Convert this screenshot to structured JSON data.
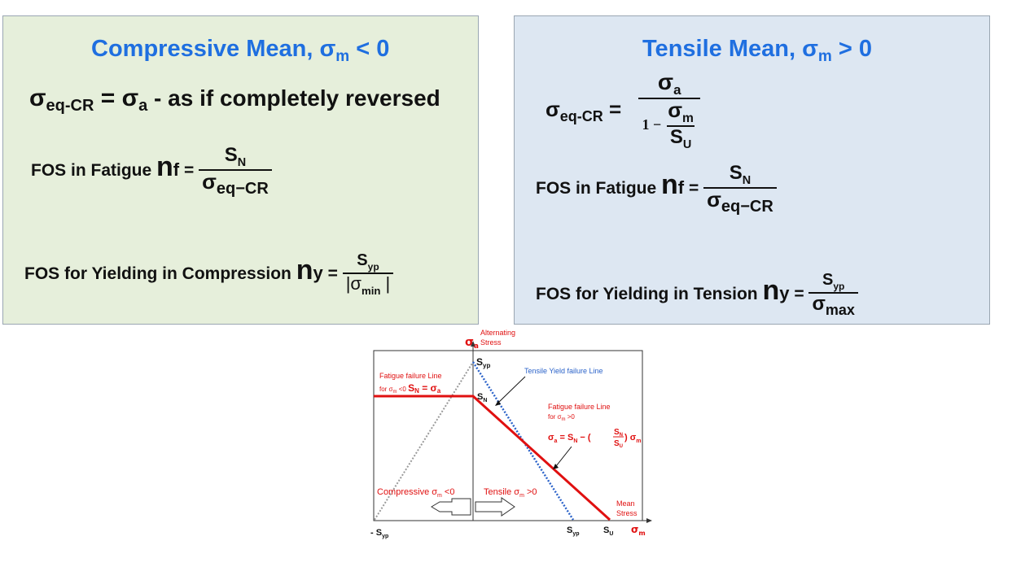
{
  "left": {
    "title": "Compressive Mean, σ",
    "title_sub": "m",
    "title_tail": " < 0",
    "eq_sigma": "σ",
    "eq_sub": "eq-CR",
    "eq_mid": " = σ",
    "eq_mid_sub": "a",
    "eq_tail": "  - as if completely reversed",
    "fatigue_label": "FOS in Fatigue ",
    "n": "n",
    "nf_sub": "f",
    "equals": " =",
    "sn": "S",
    "sn_sub": "N",
    "den_sigma": "σ",
    "den_sub": "eq−CR",
    "yield_label": "FOS for Yielding in Compression ",
    "ny_sub": "y",
    "syp": "S",
    "syp_sub": "yp",
    "abs_left": "|σ",
    "abs_sub": "min",
    "abs_right": " |"
  },
  "right": {
    "title": "Tensile  Mean, σ",
    "title_sub": "m",
    "title_tail": " > 0",
    "eq_sigma": "σ",
    "eq_sub": "eq-CR",
    "eq_equals": " =",
    "num_sigma": "σ",
    "num_sub": "a",
    "one_minus": "1 −",
    "sm": "σ",
    "sm_sub": "m",
    "su": "S",
    "su_sub": "U",
    "fatigue_label": "FOS in Fatigue ",
    "n": "n",
    "nf_sub": "f",
    "equals": " =",
    "sn": "S",
    "sn_sub": "N",
    "den_sigma": "σ",
    "den_sub": "eq−CR",
    "yield_label": "FOS for Yielding in Tension ",
    "ny_sub": "y",
    "syp": "S",
    "syp_sub": "yp",
    "max_sigma": "σ",
    "max_sub": "max"
  },
  "chart": {
    "y_axis_sym": "σ",
    "y_axis_sub": "a",
    "y_axis_label_1": "Alternating",
    "y_axis_label_2": "Stress",
    "syp_top": "S",
    "syp_top_sub": "yp",
    "tensile_yield_label": "Tensile Yield failure Line",
    "fatigue_left_label_1": "Fatigue failure Line",
    "fatigue_left_label_2": "for σ",
    "fatigue_left_label_2_sub": "m",
    "fatigue_left_label_2_tail": " <0 ",
    "fatigue_left_eq": "S",
    "fatigue_left_eq_sub": "N",
    "fatigue_left_eq_tail": " = σ",
    "fatigue_left_eq_tail_sub": "a",
    "sn_label": "S",
    "sn_label_sub": "N",
    "fatigue_right_label_1": "Fatigue failure Line",
    "fatigue_right_label_2": "for σ",
    "fatigue_right_label_2_sub": "m",
    "fatigue_right_label_2_tail": " >0",
    "goodman_lhs": "σ",
    "goodman_lhs_sub": "a",
    "goodman_mid": " = S",
    "goodman_mid_sub": "N",
    "goodman_open": " − (",
    "goodman_frac_num": "S",
    "goodman_frac_num_sub": "N",
    "goodman_frac_den": "S",
    "goodman_frac_den_sub": "U",
    "goodman_close": ") σ",
    "goodman_close_sub": "m",
    "compressive_label": "Compressive σ",
    "compressive_sub": "m",
    "compressive_tail": " <0",
    "tensile_label": "Tensile σ",
    "tensile_sub": "m",
    "tensile_tail": " >0",
    "mean_label_1": "Mean",
    "mean_label_2": "Stress",
    "neg_syp": "- S",
    "neg_syp_sub": "yp",
    "syp_bottom": "S",
    "syp_bottom_sub": "yp",
    "su_bottom": "S",
    "su_bottom_sub": "U",
    "x_axis_sym": "σ",
    "x_axis_sub": "m",
    "colors": {
      "fatigue": "#e01010",
      "yield_tensile": "#2a62c9",
      "yield_compressive": "#9a9a9a",
      "title_blue": "#1f6fe0"
    }
  }
}
